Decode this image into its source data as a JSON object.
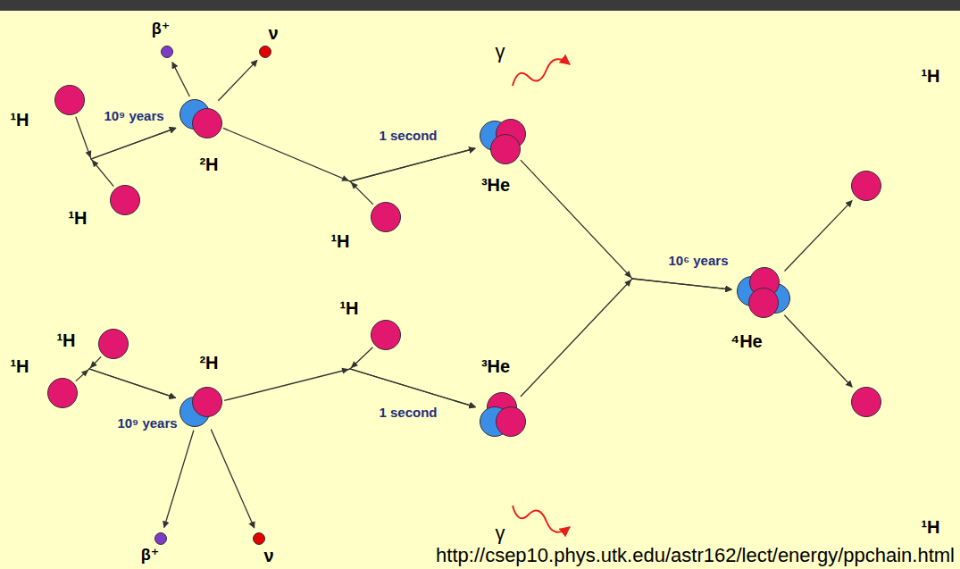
{
  "diagram": {
    "nodes": [
      {
        "text": [
          "¹H"
        ]
      },
      {
        "text": [
          "¹H"
        ]
      },
      {
        "text": [
          "β⁺"
        ]
      },
      {
        "text": [
          "ν"
        ]
      },
      {
        "text": [
          "²H"
        ]
      },
      {
        "text": [
          "¹H"
        ]
      },
      {
        "text": [
          "³He"
        ]
      },
      {
        "text": [
          "¹H"
        ]
      },
      {
        "text": [
          "¹H"
        ]
      },
      {
        "text": [
          "²H"
        ]
      },
      {
        "text": [
          "¹H"
        ]
      },
      {
        "text": [
          "β⁺"
        ]
      },
      {
        "text": [
          "ν"
        ]
      },
      {
        "text": [
          "³He"
        ]
      },
      {
        "text": [
          "⁴He"
        ]
      },
      {
        "text": [
          "¹H"
        ]
      },
      {
        "text": [
          "¹H"
        ]
      }
    ],
    "edges": [
      {
        "from": 0,
        "to": 4,
        "arrow": "to",
        "label": "10⁹ years"
      },
      {
        "from": 1,
        "to": 4,
        "arrow": "to"
      },
      {
        "from": 4,
        "to": 2,
        "arrow": "to"
      },
      {
        "from": 4,
        "to": 3,
        "arrow": "to"
      },
      {
        "from": 4,
        "to": 6,
        "arrow": "to",
        "label": "1 second"
      },
      {
        "from": 5,
        "to": 6,
        "arrow": "to"
      },
      {
        "from": 7,
        "to": 9,
        "arrow": "to",
        "label": "10⁹ years"
      },
      {
        "from": 8,
        "to": 9,
        "arrow": "to"
      },
      {
        "from": 9,
        "to": 11,
        "arrow": "to"
      },
      {
        "from": 9,
        "to": 12,
        "arrow": "to"
      },
      {
        "from": 9,
        "to": 13,
        "arrow": "to",
        "label": "1 second"
      },
      {
        "from": 10,
        "to": 13,
        "arrow": "to"
      },
      {
        "from": 6,
        "to": 14,
        "arrow": "to",
        "label": "10⁶ years"
      },
      {
        "from": 13,
        "to": 14,
        "arrow": "to"
      },
      {
        "from": 14,
        "to": 15,
        "arrow": "to"
      },
      {
        "from": 14,
        "to": 16,
        "arrow": "to"
      }
    ],
    "labels": [
      "γ",
      "γ",
      "http://csep10.phys.utk.edu/astr162/lect/energy/ppchain.html"
    ]
  }
}
